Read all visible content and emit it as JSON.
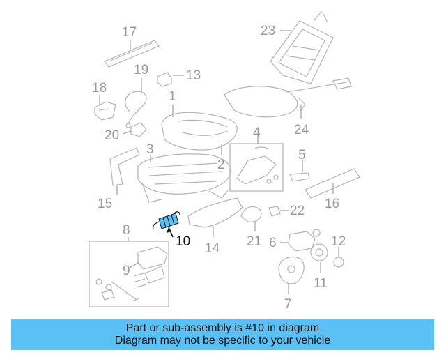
{
  "diagram": {
    "highlight_color": "#5bc1f4",
    "labels": {
      "l1": "1",
      "l2": "2",
      "l3": "3",
      "l4": "4",
      "l5": "5",
      "l6": "6",
      "l7": "7",
      "l8": "8",
      "l9": "9",
      "l10": "10",
      "l11": "11",
      "l12": "12",
      "l13": "13",
      "l14": "14",
      "l15": "15",
      "l16": "16",
      "l17": "17",
      "l18": "18",
      "l19": "19",
      "l20": "20",
      "l21": "21",
      "l22": "22",
      "l23": "23",
      "l24": "24"
    }
  },
  "banner": {
    "line1": "Part or sub-assembly is #10 in diagram",
    "line2": "Diagram may not be specific to your vehicle",
    "color": "#5bc1f4"
  }
}
